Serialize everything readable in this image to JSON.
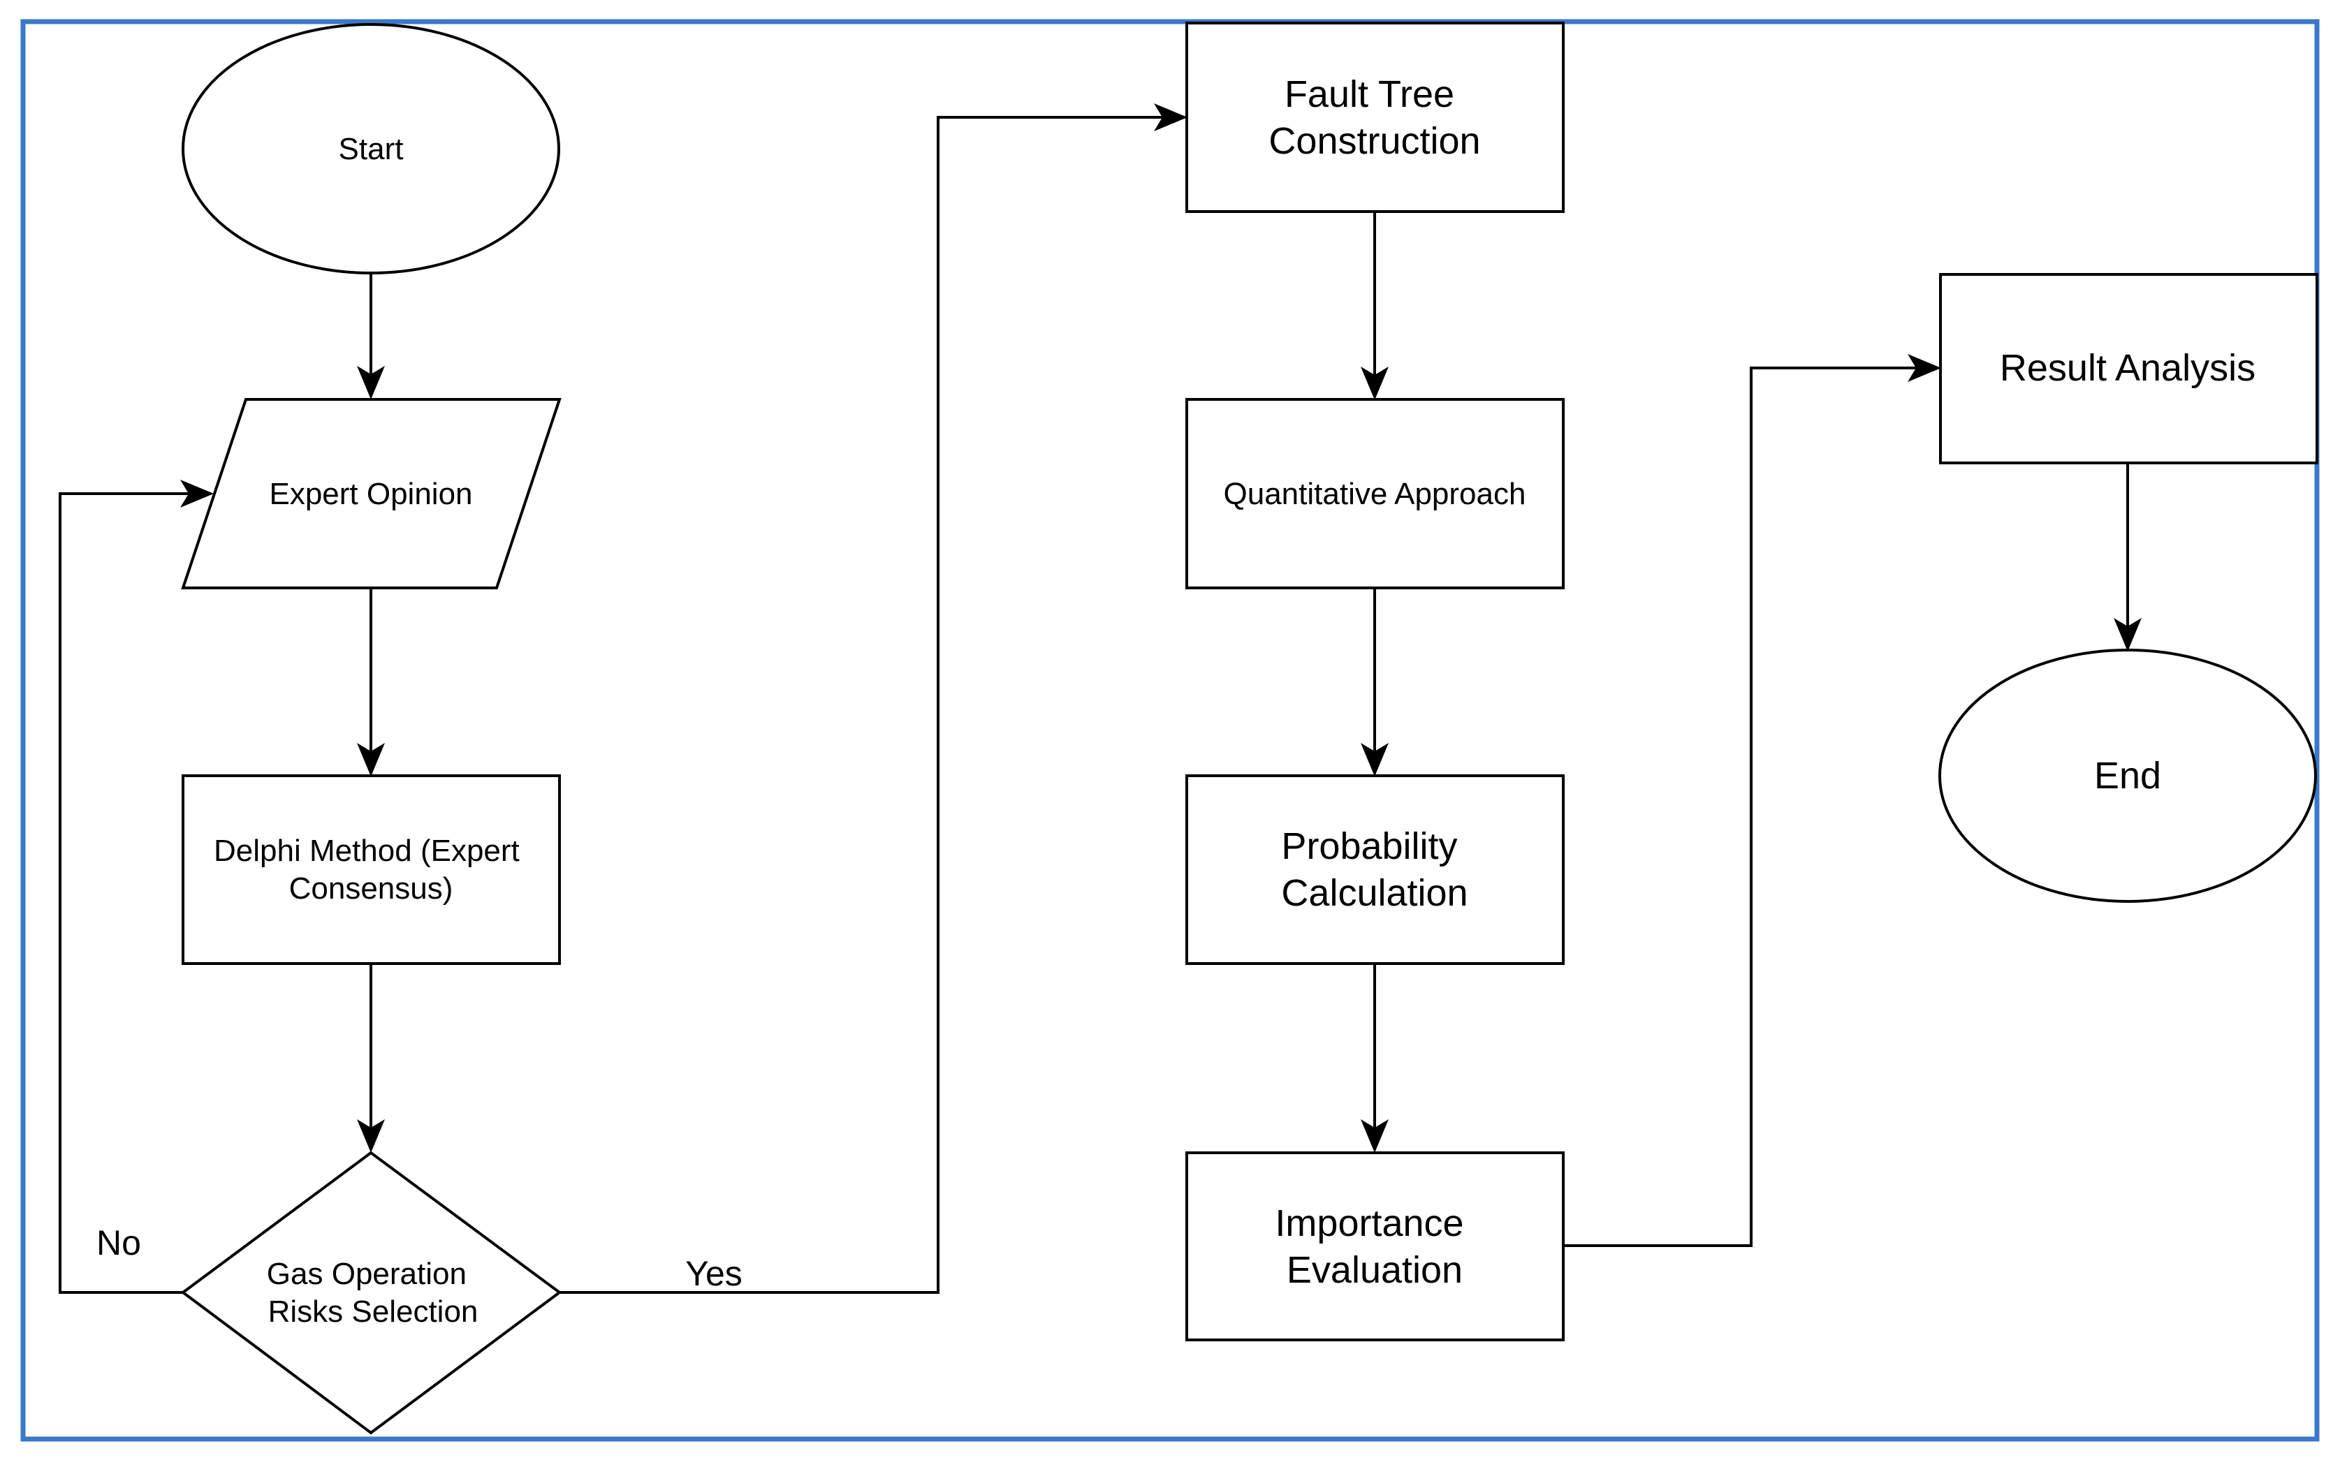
{
  "colors": {
    "frame": "#3a78c8",
    "stroke": "#000000",
    "fill": "#ffffff",
    "text": "#000000"
  },
  "nodes": {
    "start": {
      "shape": "ellipse",
      "lines": [
        "Start"
      ]
    },
    "expert_opinion": {
      "shape": "parallelogram",
      "lines": [
        "Expert Opinion"
      ]
    },
    "delphi": {
      "shape": "rectangle",
      "lines": [
        "Delphi Method (Expert",
        "Consensus)"
      ]
    },
    "decision": {
      "shape": "diamond",
      "lines": [
        "Gas Operation",
        "Risks Selection"
      ]
    },
    "fault_tree": {
      "shape": "rectangle",
      "lines": [
        "Fault Tree",
        "Construction"
      ]
    },
    "quantitative": {
      "shape": "rectangle",
      "lines": [
        "Quantitative Approach"
      ]
    },
    "probability": {
      "shape": "rectangle",
      "lines": [
        "Probability",
        "Calculation"
      ]
    },
    "importance": {
      "shape": "rectangle",
      "lines": [
        "Importance",
        "Evaluation"
      ]
    },
    "result": {
      "shape": "rectangle",
      "lines": [
        "Result Analysis"
      ]
    },
    "end": {
      "shape": "ellipse",
      "lines": [
        "End"
      ]
    }
  },
  "edges": [
    {
      "from": "start",
      "to": "expert_opinion",
      "label": ""
    },
    {
      "from": "expert_opinion",
      "to": "delphi",
      "label": ""
    },
    {
      "from": "delphi",
      "to": "decision",
      "label": ""
    },
    {
      "from": "decision",
      "to": "expert_opinion",
      "label": "No"
    },
    {
      "from": "decision",
      "to": "fault_tree",
      "label": "Yes"
    },
    {
      "from": "fault_tree",
      "to": "quantitative",
      "label": ""
    },
    {
      "from": "quantitative",
      "to": "probability",
      "label": ""
    },
    {
      "from": "probability",
      "to": "importance",
      "label": ""
    },
    {
      "from": "importance",
      "to": "result",
      "label": ""
    },
    {
      "from": "result",
      "to": "end",
      "label": ""
    }
  ]
}
